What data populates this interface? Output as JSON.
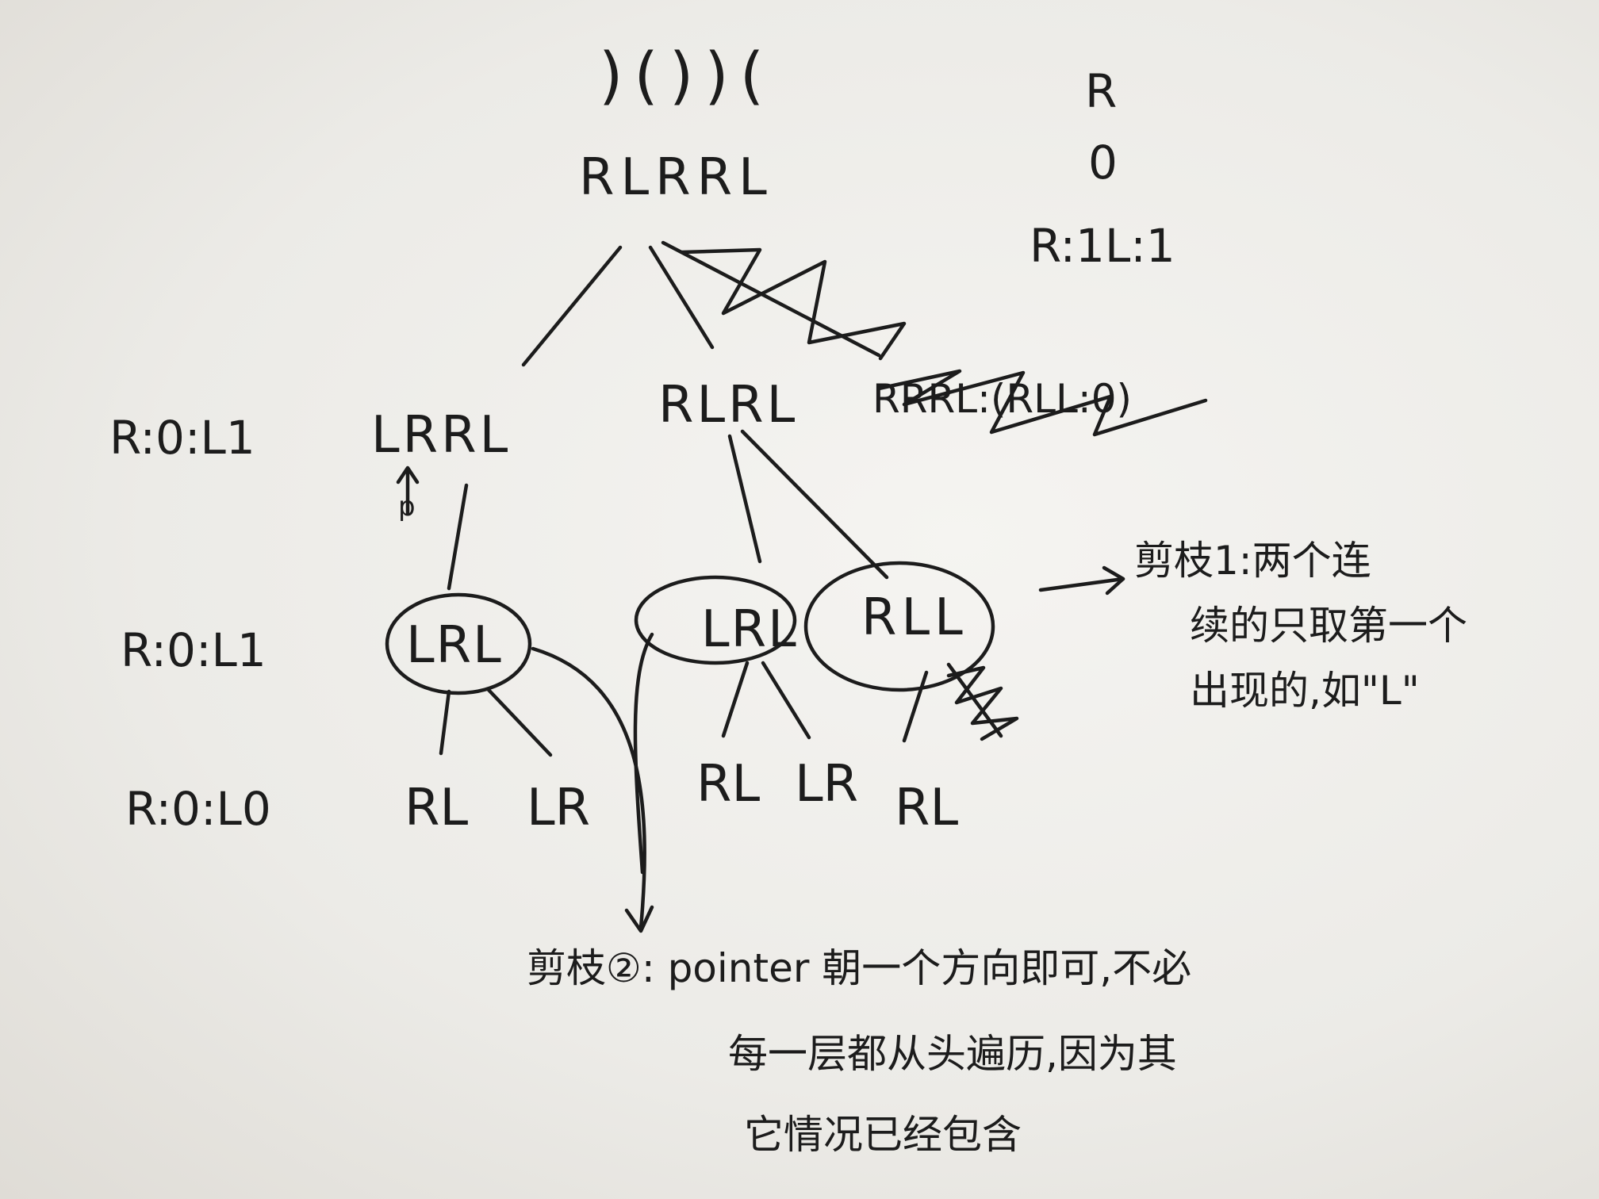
{
  "root": {
    "parens": ")())(",
    "sequence": "RLRRL"
  },
  "top_right_note": {
    "r_mark": "R",
    "zero_mark": "0",
    "label": "R:1L:1"
  },
  "level1": {
    "left_counter": "R:0:L1",
    "left_node": "LRRL",
    "pointer_mark": "p",
    "middle_node": "RLRL",
    "crossed_node": "RRRL:(RLL:0)"
  },
  "level2": {
    "left_counter": "R:0:L1",
    "node_a": "LRL",
    "node_b": "LRL",
    "node_c": "RLL"
  },
  "level3": {
    "left_counter": "R:0:L0",
    "leaf_1": "RL",
    "leaf_2": "LR",
    "leaf_3": "RL",
    "leaf_4": "LR",
    "leaf_5": "RL"
  },
  "pruning_1": {
    "line1": "剪枝1:两个连",
    "line2": "续的只取第一个",
    "line3": "出现的,如\"L\""
  },
  "pruning_2": {
    "line1": "剪枝②: pointer 朝一个方向即可,不必",
    "line2": "每一层都从头遍历,因为其",
    "line3": "它情况已经包含"
  }
}
